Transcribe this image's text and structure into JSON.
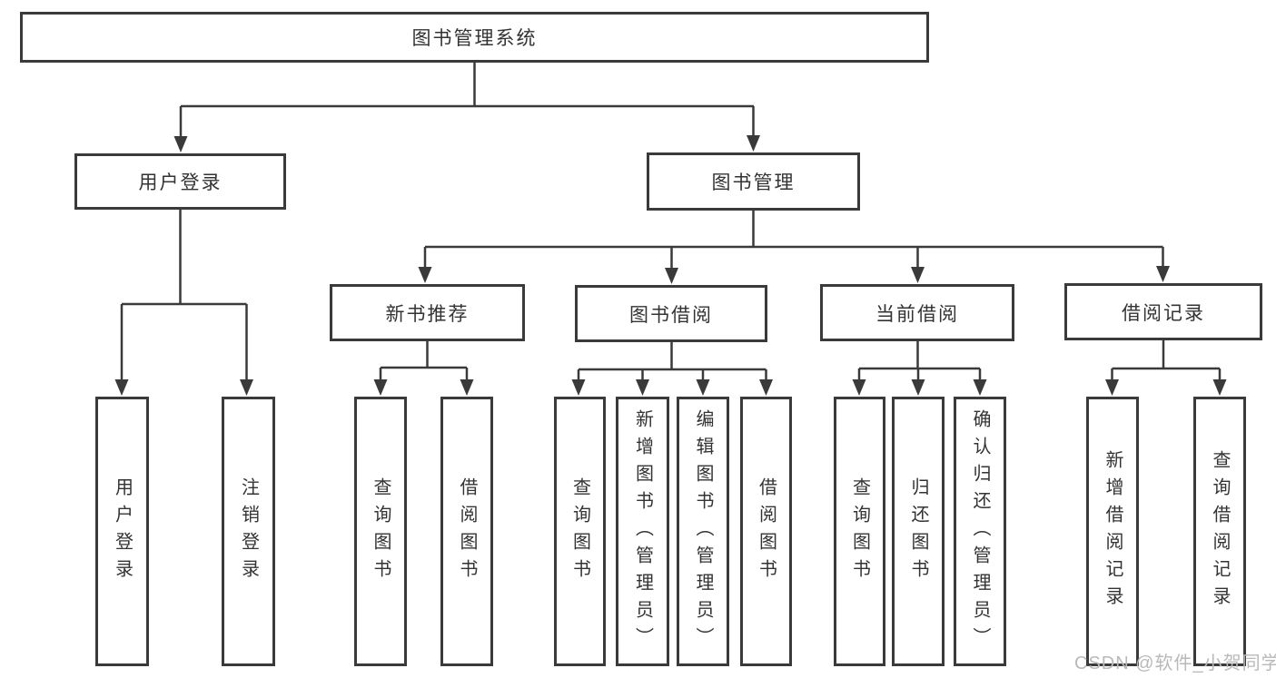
{
  "tree": {
    "root": {
      "label": "图书管理系统"
    },
    "branches": [
      {
        "label": "用户登录",
        "children": [
          {
            "label": "用户登录"
          },
          {
            "label": "注销登录"
          }
        ]
      },
      {
        "label": "图书管理",
        "children": [
          {
            "label": "新书推荐",
            "children": [
              {
                "label": "查询图书"
              },
              {
                "label": "借阅图书"
              }
            ]
          },
          {
            "label": "图书借阅",
            "children": [
              {
                "label": "查询图书"
              },
              {
                "label": "新增图书（管理员）"
              },
              {
                "label": "编辑图书（管理员）"
              },
              {
                "label": "借阅图书"
              }
            ]
          },
          {
            "label": "当前借阅",
            "children": [
              {
                "label": "查询图书"
              },
              {
                "label": "归还图书"
              },
              {
                "label": "确认归还（管理员）"
              }
            ]
          },
          {
            "label": "借阅记录",
            "children": [
              {
                "label": "新增借阅记录"
              },
              {
                "label": "查询借阅记录"
              }
            ]
          }
        ]
      }
    ]
  },
  "watermark": {
    "text": "CSDN @软件_小贺同学"
  },
  "colors": {
    "line": "#3a3a3a",
    "text": "#333333",
    "watermark": "#b9b9b9",
    "background": "#ffffff"
  }
}
